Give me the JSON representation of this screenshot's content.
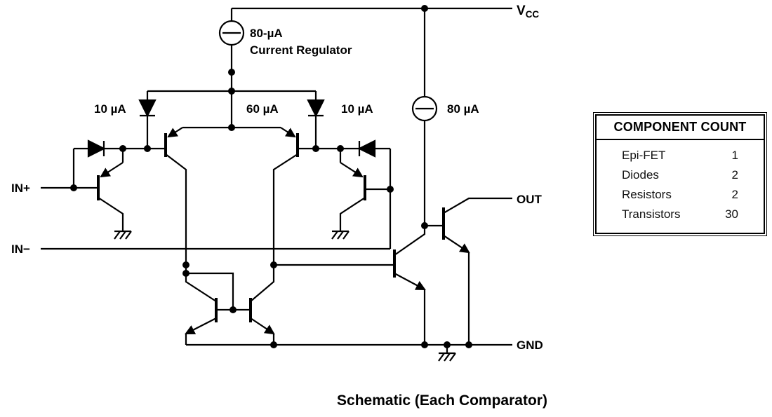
{
  "schematic": {
    "power": {
      "vcc_main": "V",
      "vcc_sub": "CC",
      "gnd": "GND"
    },
    "inputs": {
      "in_plus": "IN+",
      "in_minus": "IN−"
    },
    "output": {
      "out": "OUT"
    },
    "regulator": {
      "value": "80-µA",
      "name": "Current Regulator"
    },
    "currents": {
      "left_diode": "10 µA",
      "tail": "60 µA",
      "right_diode": "10 µA",
      "output_source": "80 µA"
    }
  },
  "component_count": {
    "title": "COMPONENT COUNT",
    "rows": [
      {
        "name": "Epi-FET",
        "value": "1"
      },
      {
        "name": "Diodes",
        "value": "2"
      },
      {
        "name": "Resistors",
        "value": "2"
      },
      {
        "name": "Transistors",
        "value": "30"
      }
    ]
  },
  "caption": "Schematic (Each Comparator)",
  "colors": {
    "line": "#000000",
    "background": "#ffffff"
  }
}
